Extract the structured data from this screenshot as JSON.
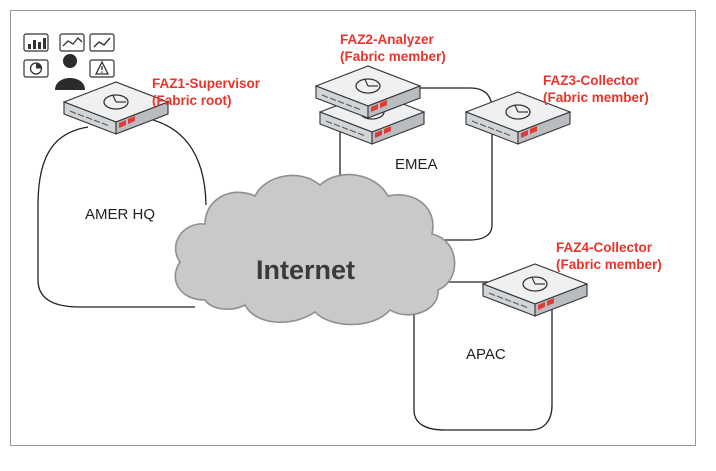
{
  "devices": [
    {
      "id": "faz1",
      "name": "FAZ1-Supervisor",
      "role": "(Fabric root)"
    },
    {
      "id": "faz2",
      "name": "FAZ2-Analyzer",
      "role": "(Fabric member)"
    },
    {
      "id": "faz3",
      "name": "FAZ3-Collector",
      "role": "(Fabric member)"
    },
    {
      "id": "faz4",
      "name": "FAZ4-Collector",
      "role": "(Fabric member)"
    }
  ],
  "sites": {
    "amer": "AMER HQ",
    "emea": "EMEA",
    "apac": "APAC"
  },
  "cloud": {
    "label": "Internet",
    "fill": "#c9c9c9",
    "stroke": "#8f8f8f"
  },
  "icons": [
    "analyst-dashboard-icon",
    "bar-chart-icon",
    "line-chart-icon",
    "trend-chart-icon",
    "pie-chart-icon",
    "warning-icon",
    "user-icon",
    "appliance-icon"
  ],
  "colors": {
    "label_red": "#e8352b",
    "appliance_top": "#eef0f2",
    "appliance_front": "#d2d5d8",
    "appliance_side": "#b9bdc1",
    "port_red": "#e53935"
  }
}
